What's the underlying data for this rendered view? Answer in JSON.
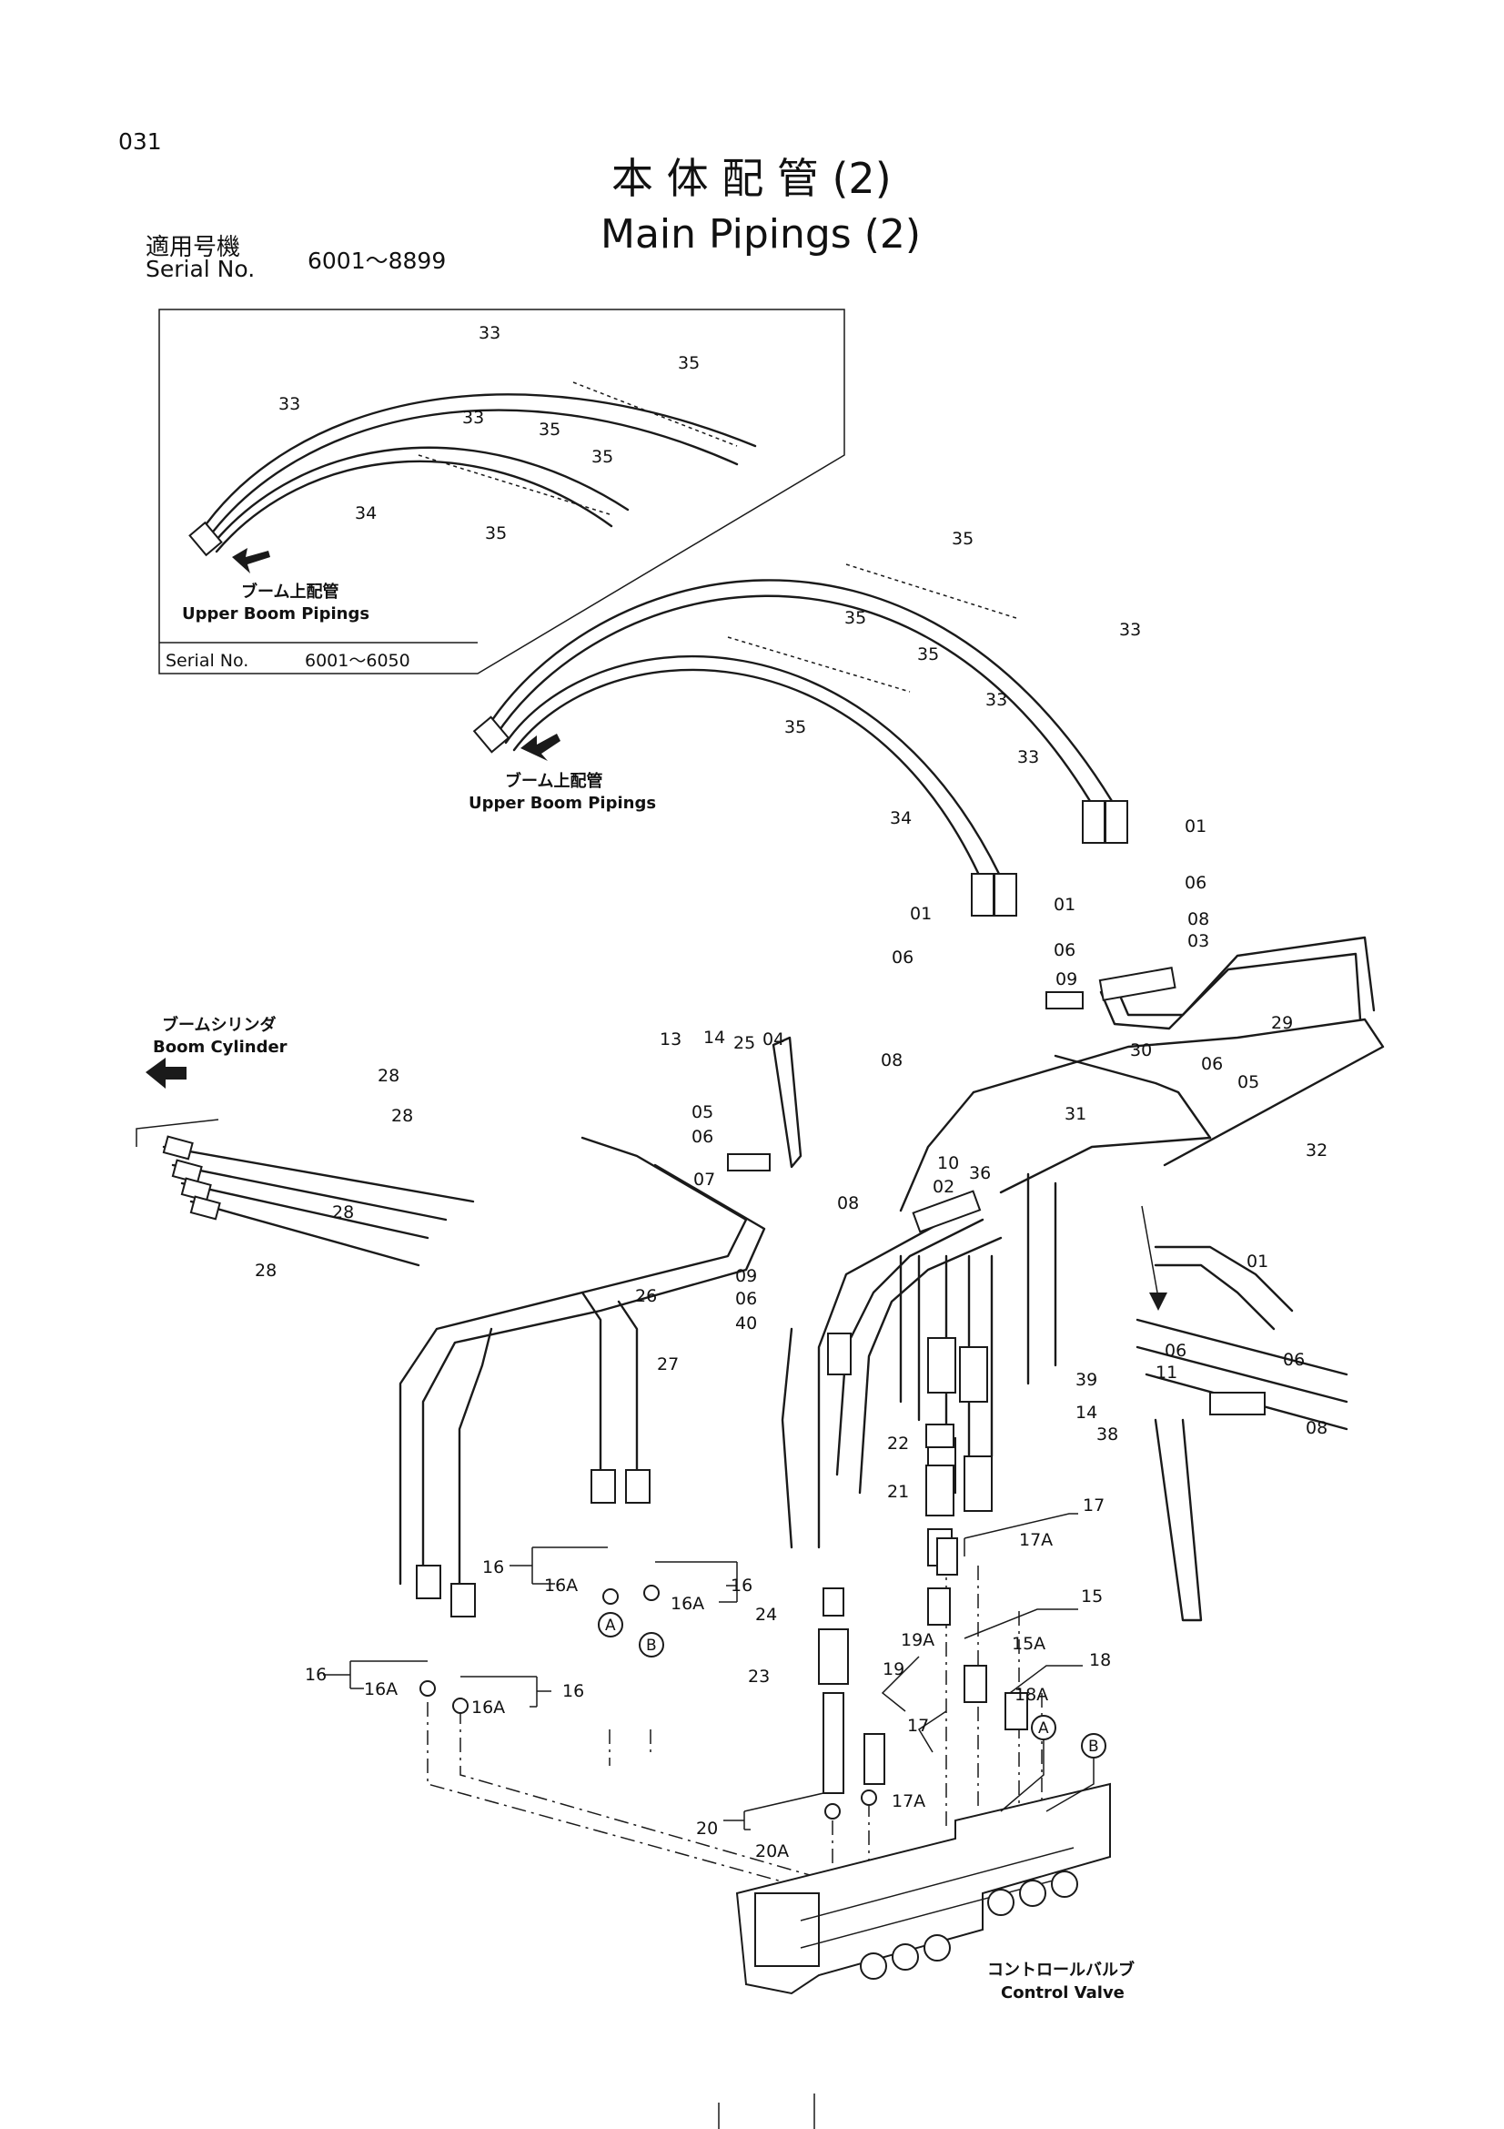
{
  "page_number": "031",
  "title_jp": "本 体 配 管 (2)",
  "title_en": "Main Pipings (2)",
  "serial": {
    "label_jp": "適用号機",
    "label_en": "Serial No.",
    "value": "6001～8899"
  },
  "inset": {
    "caption_jp": "ブーム上配管",
    "caption_en": "Upper Boom Pipings",
    "serial_label": "Serial No.",
    "serial_value": "6001～6050",
    "callouts": [
      "33",
      "33",
      "33",
      "34",
      "35",
      "35",
      "35",
      "35"
    ]
  },
  "captions": {
    "upper_boom_jp": "ブーム上配管",
    "upper_boom_en": "Upper Boom Pipings",
    "boom_cylinder_jp": "ブームシリンダ",
    "boom_cylinder_en": "Boom Cylinder",
    "control_valve_jp": "コントロールバルブ",
    "control_valve_en": "Control Valve"
  },
  "port_markers": [
    "A",
    "B",
    "A",
    "B"
  ],
  "callouts": [
    "35",
    "35",
    "35",
    "35",
    "33",
    "33",
    "33",
    "34",
    "01",
    "06",
    "08",
    "03",
    "01",
    "06",
    "09",
    "01",
    "06",
    "08",
    "29",
    "06",
    "05",
    "32",
    "30",
    "31",
    "13",
    "14",
    "25",
    "04",
    "05",
    "06",
    "07",
    "10",
    "36",
    "02",
    "08",
    "28",
    "28",
    "28",
    "28",
    "09",
    "06",
    "40",
    "26",
    "27",
    "01",
    "06",
    "39",
    "14",
    "11",
    "38",
    "06",
    "08",
    "22",
    "21",
    "17",
    "17A",
    "16",
    "16A",
    "16A",
    "16",
    "24",
    "19A",
    "19",
    "15",
    "15A",
    "18",
    "18A",
    "23",
    "16",
    "16A",
    "16A",
    "16",
    "17",
    "17A",
    "20",
    "20A"
  ]
}
